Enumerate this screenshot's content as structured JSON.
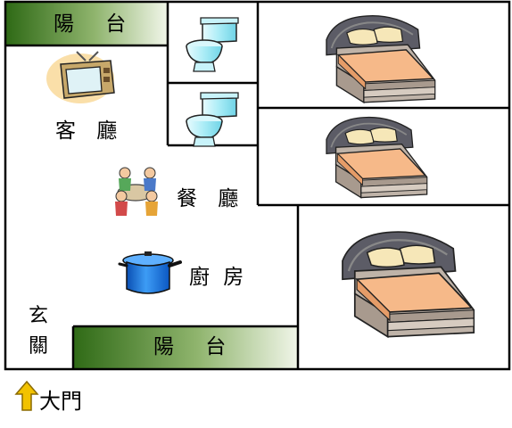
{
  "rooms": {
    "balcony_top": "陽 台",
    "balcony_bottom": "陽 台",
    "living_room": "客 廳",
    "dining_room": "餐 廳",
    "kitchen": "廚 房",
    "entrance": [
      "玄",
      "關"
    ]
  },
  "main_door": "大門",
  "icons": [
    "toilet-icon",
    "toilet-icon",
    "bed-icon",
    "bed-icon",
    "bed-icon",
    "television-icon",
    "family-dining-icon",
    "cooking-pot-icon",
    "up-arrow-icon"
  ],
  "colors": {
    "balcony_gradient_dark": "#2f6a16",
    "balcony_gradient_light": "#f0f5e8",
    "wall": "#000000",
    "arrow": "#f2c200",
    "bedspread": "#f6b989",
    "headboard": "#5c5c66",
    "pillow": "#f6e7b8",
    "toilet": "#a9ecf6",
    "pot": "#1f7fe0"
  }
}
